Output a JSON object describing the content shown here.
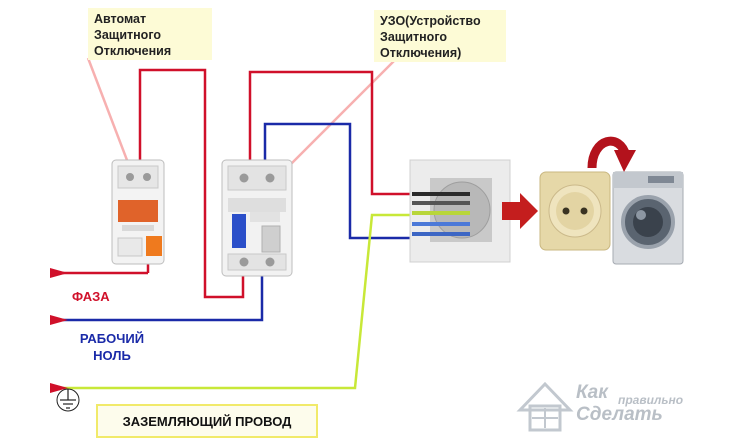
{
  "callouts": {
    "breaker": [
      "Автомат",
      "Защитного",
      "Отключения"
    ],
    "rcd": [
      "УЗО(Устройство",
      "Защитного",
      "Отключения)"
    ]
  },
  "wires": {
    "phase": {
      "label": "ФАЗА",
      "color": "#d0102a"
    },
    "neutral": {
      "label_line1": "РАБОЧИЙ",
      "label_line2": "НОЛЬ",
      "color": "#1a2aa8"
    },
    "ground": {
      "label": "ЗАЗЕМЛЯЮЩИЙ ПРОВОД",
      "color": "#c8e838"
    }
  },
  "watermark": {
    "line1": "Как",
    "line2": "правильно",
    "line3": "Сделать"
  },
  "colors": {
    "arrow": "#c41e1e",
    "callout_bg": "#fdfbd6",
    "pointer": "#f7b0b0"
  }
}
